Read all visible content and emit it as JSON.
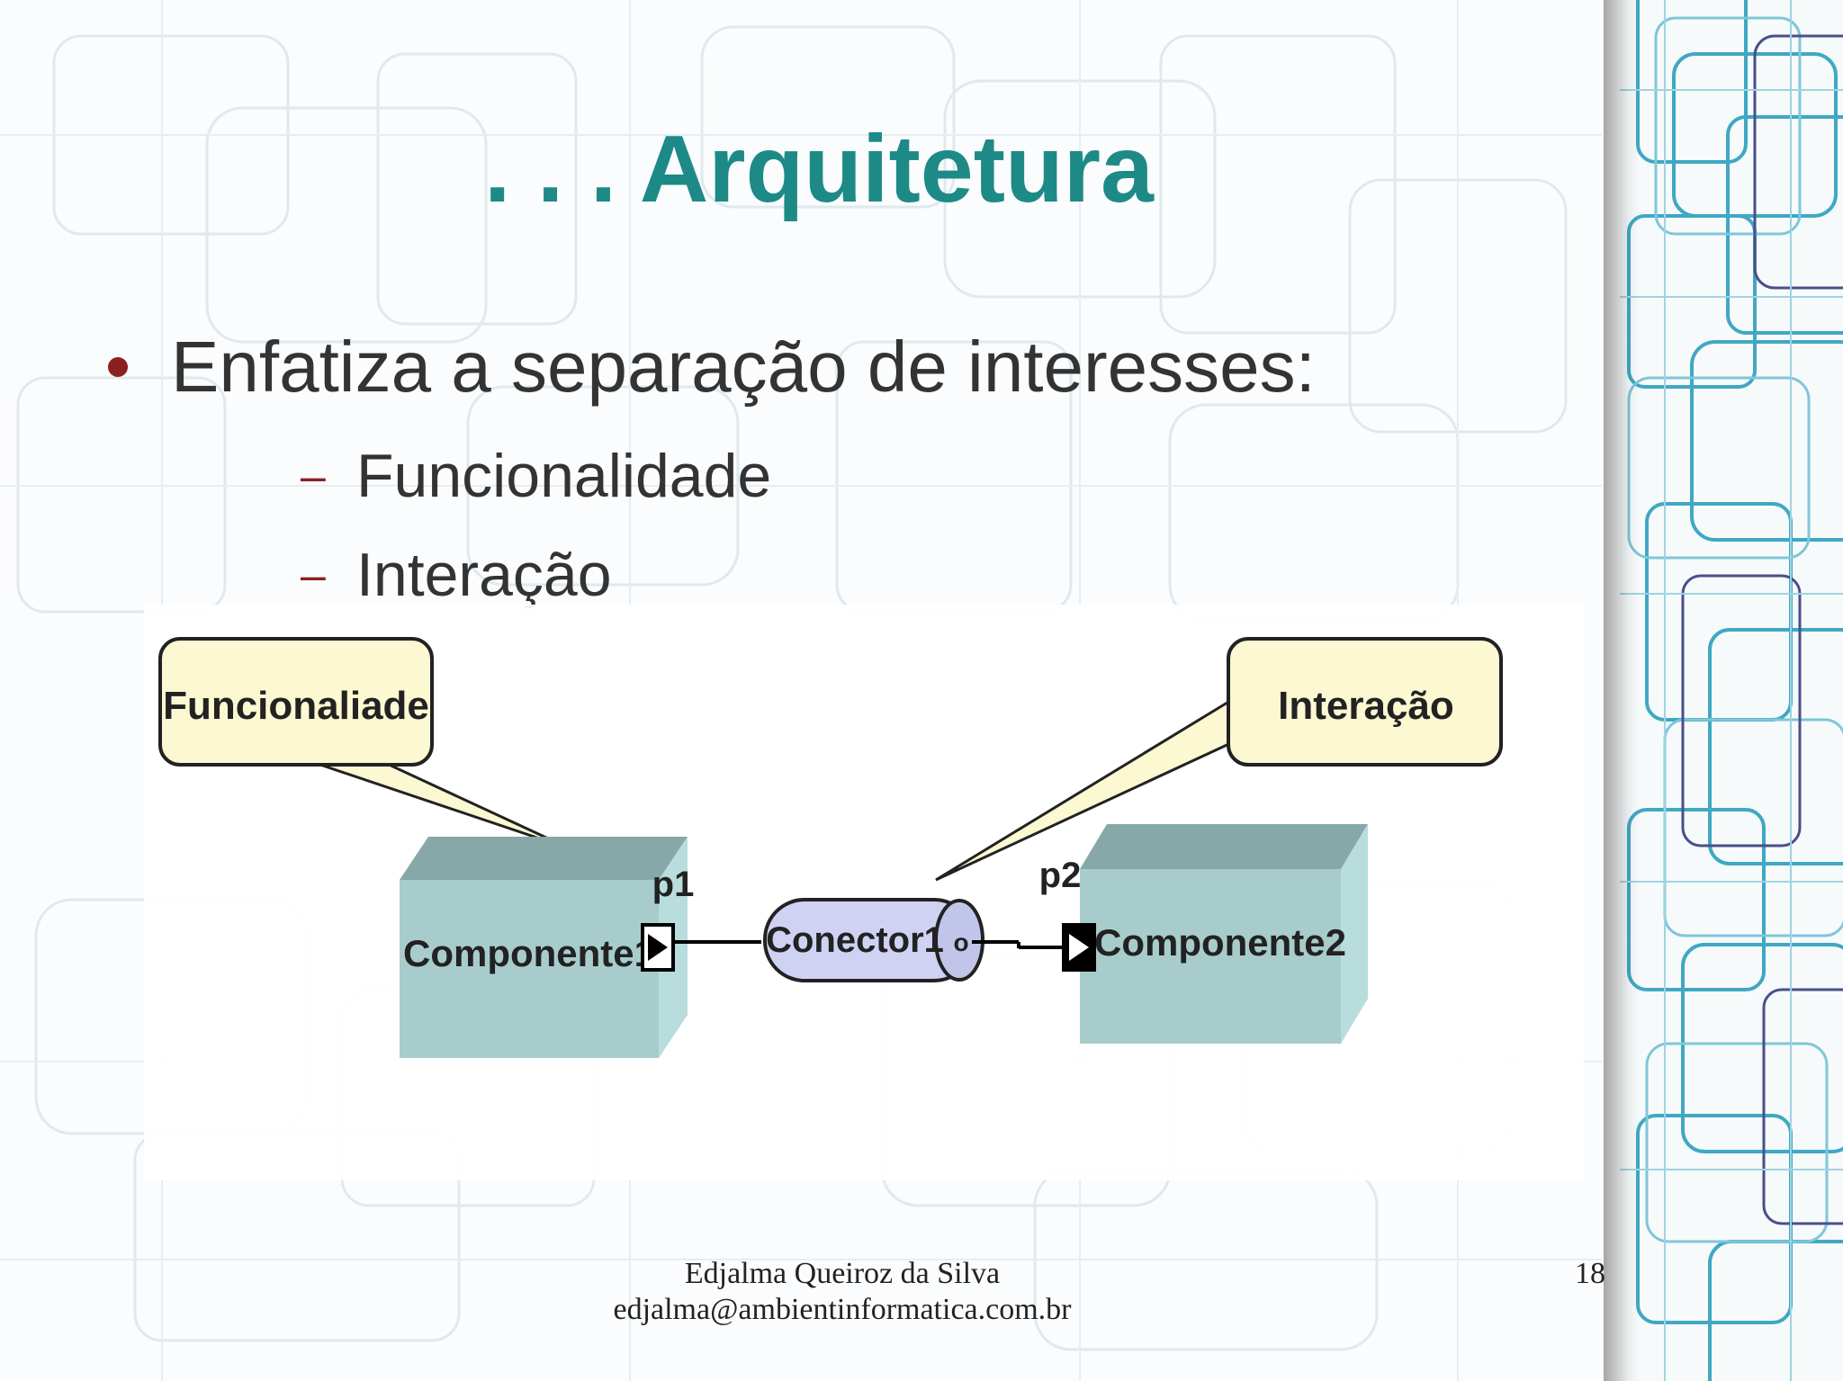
{
  "slide": {
    "title": ". . .  Arquitetura",
    "bullet": "Enfatiza a separação de interesses:",
    "sub_items": [
      "Funcionalidade",
      "Interação"
    ],
    "footer": {
      "author": "Edjalma Queiroz da Silva",
      "email": "edjalma@ambientinformatica.com.br"
    },
    "page_number": "18"
  },
  "diagram": {
    "callout_left": "Funcionaliade",
    "callout_right": "Interação",
    "component1": "Componente1",
    "component2": "Componente2",
    "connector": "Conector1",
    "port1": "p1",
    "port2": "p2",
    "connector_port": "o"
  },
  "colors": {
    "title": "#1e8a87",
    "bullet_dot": "#8c1f1f",
    "text": "#333333",
    "callout_fill": "#fbf8d2",
    "component_front": "#a8cccc",
    "component_top": "#86a8a8",
    "connector_fill": "#cfd2f2"
  }
}
